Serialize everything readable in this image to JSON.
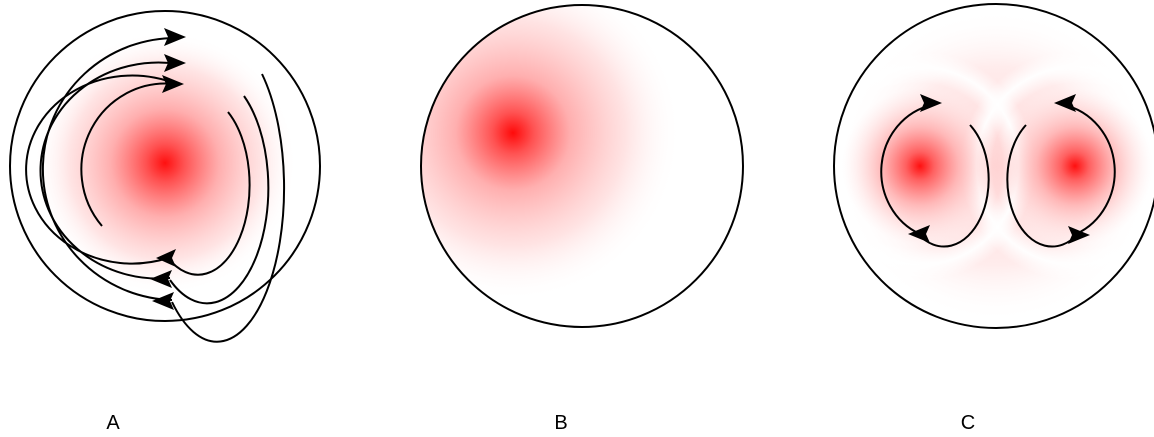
{
  "panels": [
    {
      "label": "A"
    },
    {
      "label": "B"
    },
    {
      "label": "C"
    }
  ],
  "colors": {
    "core": "#ff1a1a",
    "outline": "#000000",
    "background": "#ffffff"
  }
}
